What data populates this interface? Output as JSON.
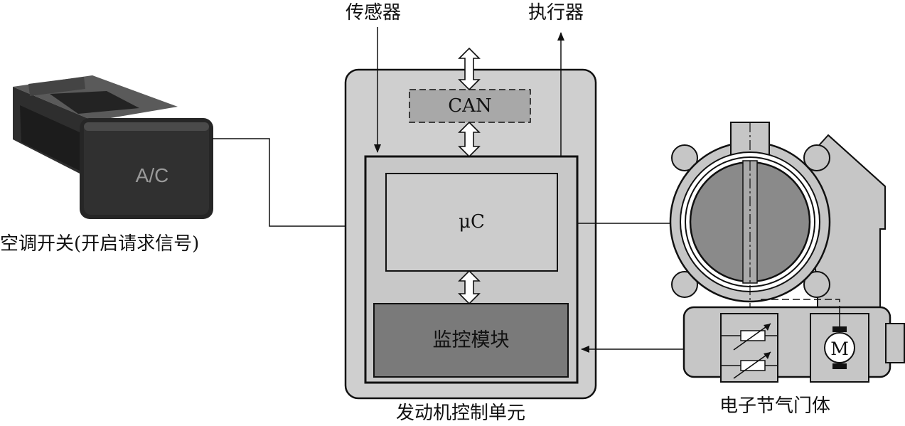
{
  "labels": {
    "sensor": "传感器",
    "actuator": "执行器",
    "ac_switch": "空调开关(开启请求信号)",
    "ecu": "发动机控制单元",
    "throttle": "电子节气门体"
  },
  "ecu_blocks": {
    "can": "CAN",
    "microcontroller": "μC",
    "monitor": "监控模块"
  },
  "graphic_labels": {
    "ac_button_text": "A/C",
    "motor_symbol": "M"
  }
}
